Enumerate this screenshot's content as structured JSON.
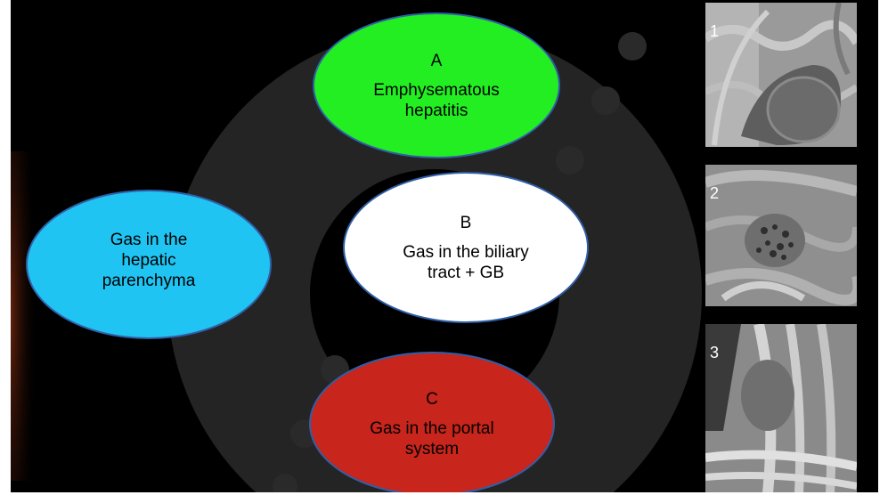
{
  "ellipses": {
    "a": {
      "letter": "A",
      "line1": "Emphysematous",
      "line2": "hepatitis",
      "color": "#22ee22"
    },
    "b": {
      "letter": "B",
      "line1": "Gas in the biliary",
      "line2": "tract + GB",
      "color": "#ffffff"
    },
    "c": {
      "letter": "C",
      "line1": "Gas in the portal",
      "line2": "system",
      "color": "#c8251c"
    },
    "main": {
      "line1": "Gas in the",
      "line2": "hepatic",
      "line3": "parenchyma",
      "color": "#1fc4f2"
    }
  },
  "images": [
    {
      "number": "1",
      "icon": "radiograph-image"
    },
    {
      "number": "2",
      "icon": "radiograph-image"
    },
    {
      "number": "3",
      "icon": "radiograph-image"
    }
  ],
  "colors": {
    "background": "#000000",
    "ring": "#262626",
    "outline": "#2f5fa8"
  }
}
